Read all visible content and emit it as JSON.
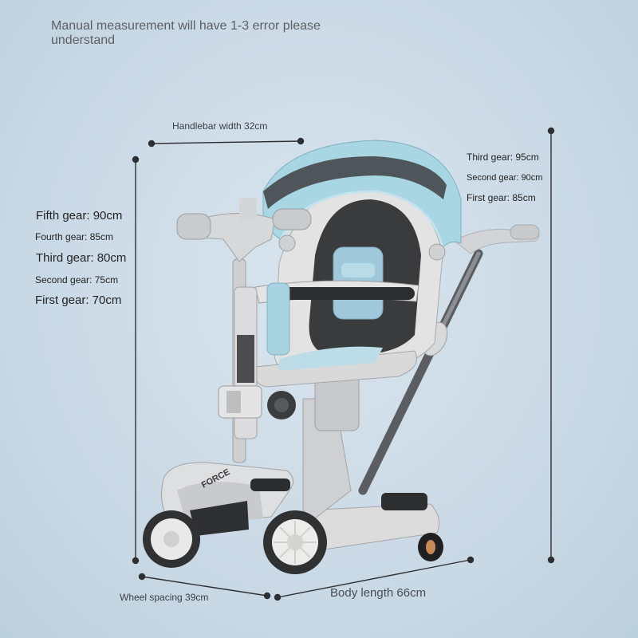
{
  "note": "Manual measurement will have 1-3 error please understand",
  "dimensions": {
    "handlebar_width": "Handlebar width 32cm",
    "wheel_spacing": "Wheel spacing 39cm",
    "body_length": "Body length 66cm"
  },
  "left_gears": [
    "Fifth gear: 90cm",
    "Fourth gear: 85cm",
    "Third gear: 80cm",
    "Second gear: 75cm",
    "First gear: 70cm"
  ],
  "right_gears": [
    "Third gear: 95cm",
    "Second gear: 90cm",
    "First gear: 85cm"
  ],
  "product_logo_text": "FORCE",
  "colors": {
    "background": "#c9d9e6",
    "canopy": "#a7d3e0",
    "frame": "#d6d6d6",
    "dark": "#3a3a3a"
  }
}
